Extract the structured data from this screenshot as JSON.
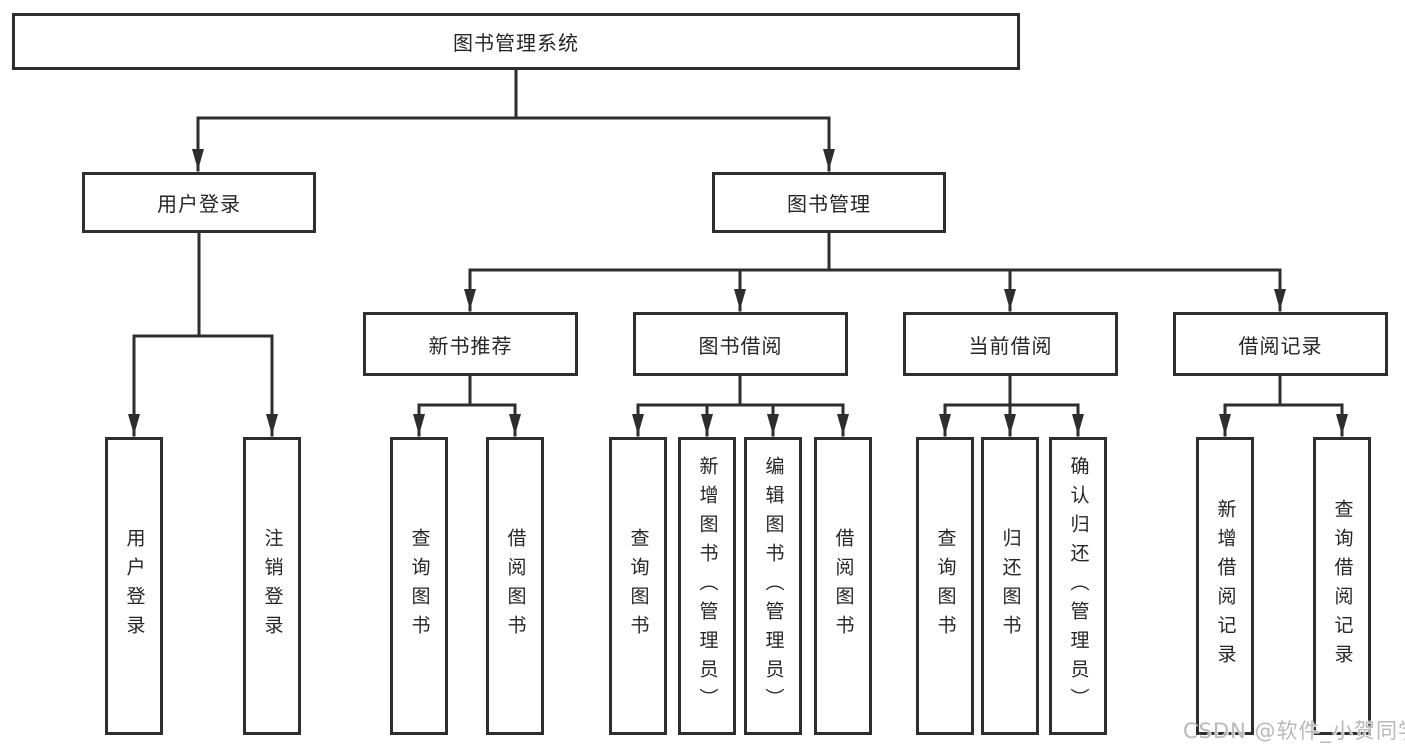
{
  "colors": {
    "line": "#2e2e2e",
    "box_border": "#2e2e2e",
    "text": "#262626",
    "background": "#ffffff",
    "watermark": "#b9b9b9"
  },
  "root": {
    "label": "图书管理系统"
  },
  "branches": [
    {
      "label": "用户登录",
      "children": [
        {
          "label": "用户登录"
        },
        {
          "label": "注销登录"
        }
      ]
    },
    {
      "label": "图书管理",
      "modules": [
        {
          "label": "新书推荐",
          "children": [
            {
              "label": "查询图书"
            },
            {
              "label": "借阅图书"
            }
          ]
        },
        {
          "label": "图书借阅",
          "children": [
            {
              "label": "查询图书"
            },
            {
              "label": "新增图书（管理员）"
            },
            {
              "label": "编辑图书（管理员）"
            },
            {
              "label": "借阅图书"
            }
          ]
        },
        {
          "label": "当前借阅",
          "children": [
            {
              "label": "查询图书"
            },
            {
              "label": "归还图书"
            },
            {
              "label": "确认归还（管理员）"
            }
          ]
        },
        {
          "label": "借阅记录",
          "children": [
            {
              "label": "新增借阅记录"
            },
            {
              "label": "查询借阅记录"
            }
          ]
        }
      ]
    }
  ],
  "watermark": {
    "text": "CSDN @软件_小贺同学"
  }
}
